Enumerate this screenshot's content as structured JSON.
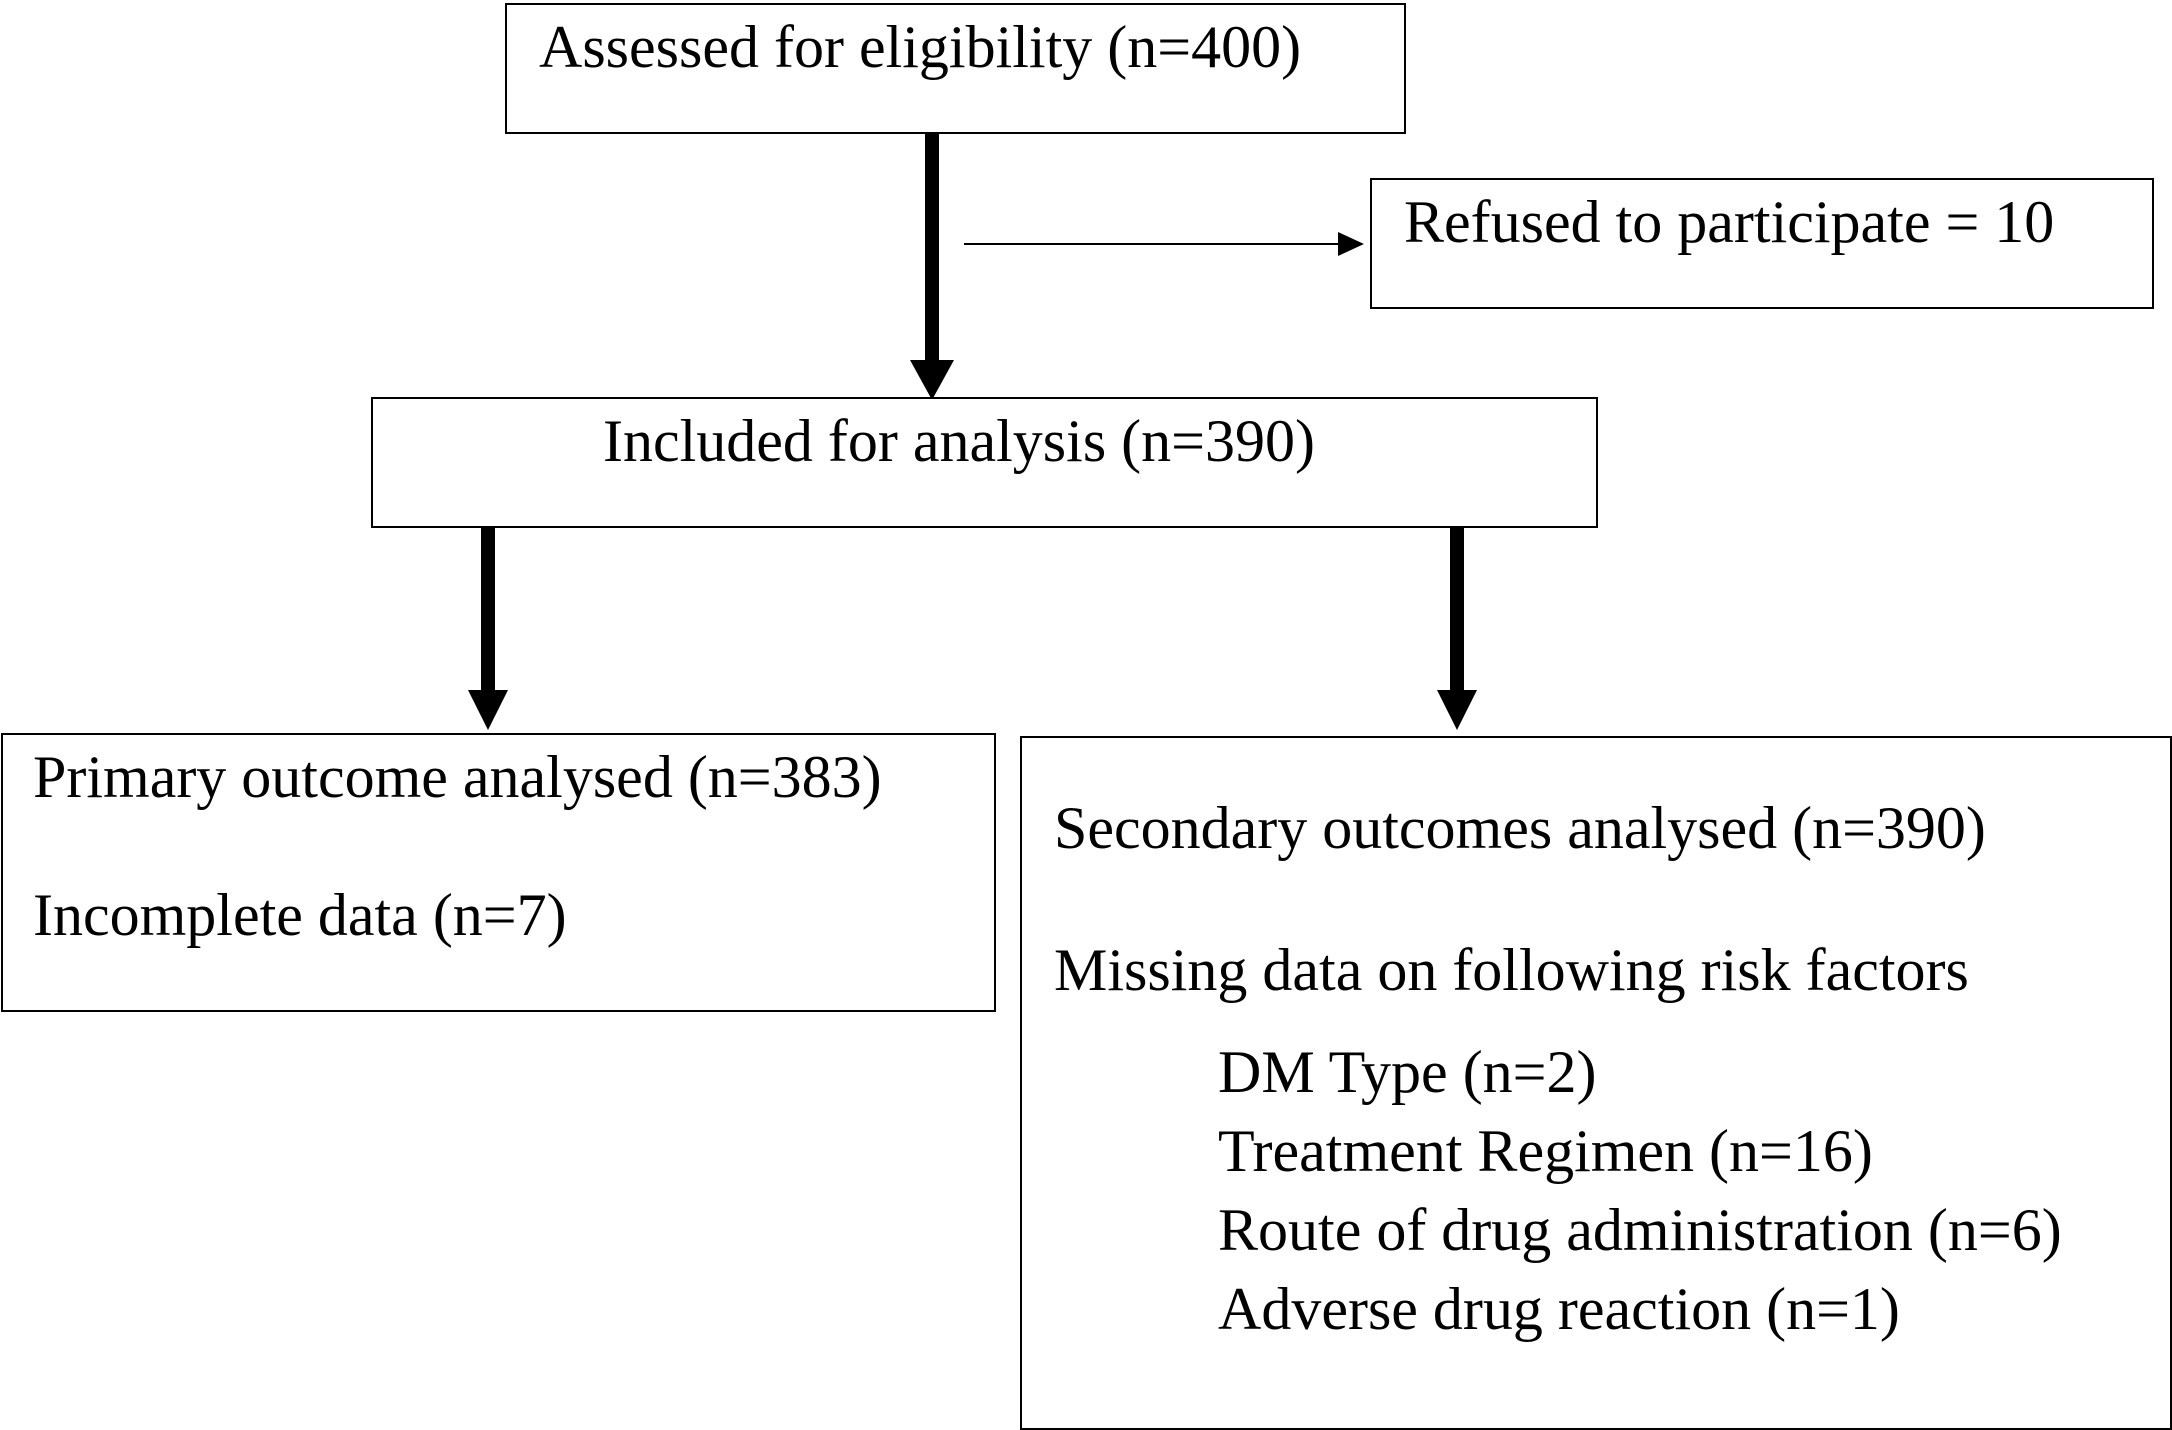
{
  "boxes": {
    "assessed": {
      "text": "Assessed for eligibility (n=400)"
    },
    "refused": {
      "text": "Refused to participate = 10"
    },
    "included": {
      "text": "Included for analysis (n=390)"
    },
    "primary": {
      "line1": "Primary outcome analysed (n=383)",
      "line2": "Incomplete data (n=7)"
    },
    "secondary": {
      "line1": "Secondary outcomes analysed (n=390)",
      "line2": "Missing data on following risk factors",
      "items": [
        "DM Type (n=2)",
        "Treatment Regimen (n=16)",
        "Route of drug administration (n=6)",
        "Adverse drug reaction (n=1)"
      ]
    }
  }
}
